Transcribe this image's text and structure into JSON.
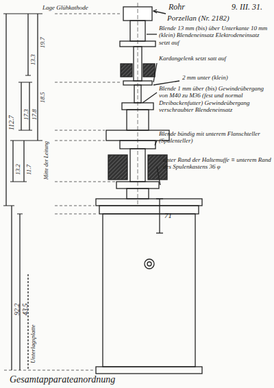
{
  "diagram": {
    "caption": "Gesamtapparateanordnung",
    "labels": [
      "Rohr",
      "Porzellan (Nr. 2182)",
      "9. III. 31.",
      "Lage Glühkathode",
      "Blende 13 mm (bis) über Unterkante 10 mm (klein) Blendeneinsatz Elektrodeneinsatz setzt auf",
      "Kardangelenk setzt satt auf",
      "2 mm unter (klein)",
      "Blende 1 mm über (bis) Gewindeübergang von M40 zu M36 (fest und normal Dreibackenfutter) Gewindeübergang verschraubter Blendeneinsatz",
      "Blende bündig mit unterem Flanschteller (Spulenteller)",
      "unter Rand der Haltemuffe ≡ unterem Rand des Spulenkastens 36 φ",
      "71",
      "112.7",
      "92.2",
      "43.5",
      "Unterlagsplatte",
      "13.2",
      "11.7",
      "17.3",
      "17.8",
      "18.5",
      "Mitte der Leitung",
      "13.3",
      "19.7"
    ]
  }
}
